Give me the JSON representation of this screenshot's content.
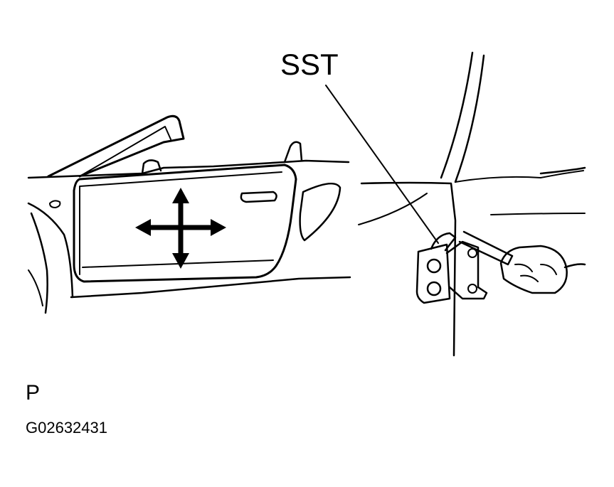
{
  "labels": {
    "tool": "SST",
    "view_marker": "P",
    "figure_code": "G02632431"
  },
  "colors": {
    "line": "#000000",
    "background": "#ffffff"
  }
}
